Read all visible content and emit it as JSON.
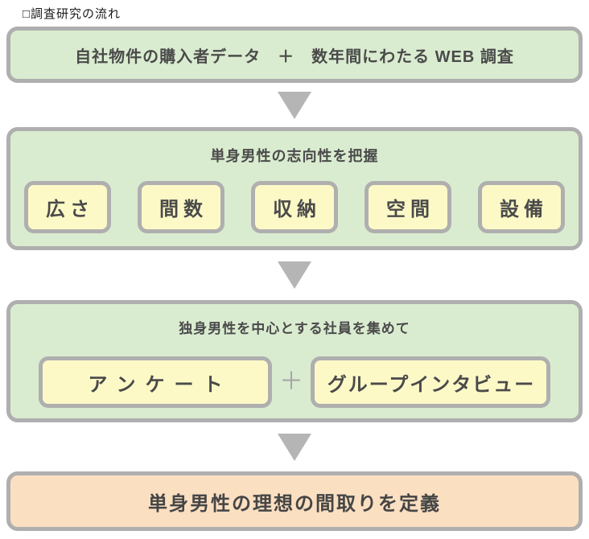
{
  "title": "□調査研究の流れ",
  "colors": {
    "box_green": "#daecd0",
    "chip_yellow": "#fcf9c7",
    "result_peach": "#fbdfc1",
    "border_gray": "#afafaf",
    "arrow_gray": "#b5b5b5",
    "text_dark": "#4a4a4a"
  },
  "steps": {
    "sources": {
      "text": "自社物件の購入者データ　＋　数年間にわたる WEB 調査"
    },
    "preferences": {
      "header": "単身男性の志向性を把握",
      "chips": [
        "広さ",
        "間数",
        "収納",
        "空間",
        "設備"
      ]
    },
    "research": {
      "header": "独身男性を中心とする社員を集めて",
      "item1": "アンケート",
      "plus": "＋",
      "item2": "グループインタビュー"
    },
    "result": {
      "text": "単身男性の理想の間取りを定義"
    }
  }
}
